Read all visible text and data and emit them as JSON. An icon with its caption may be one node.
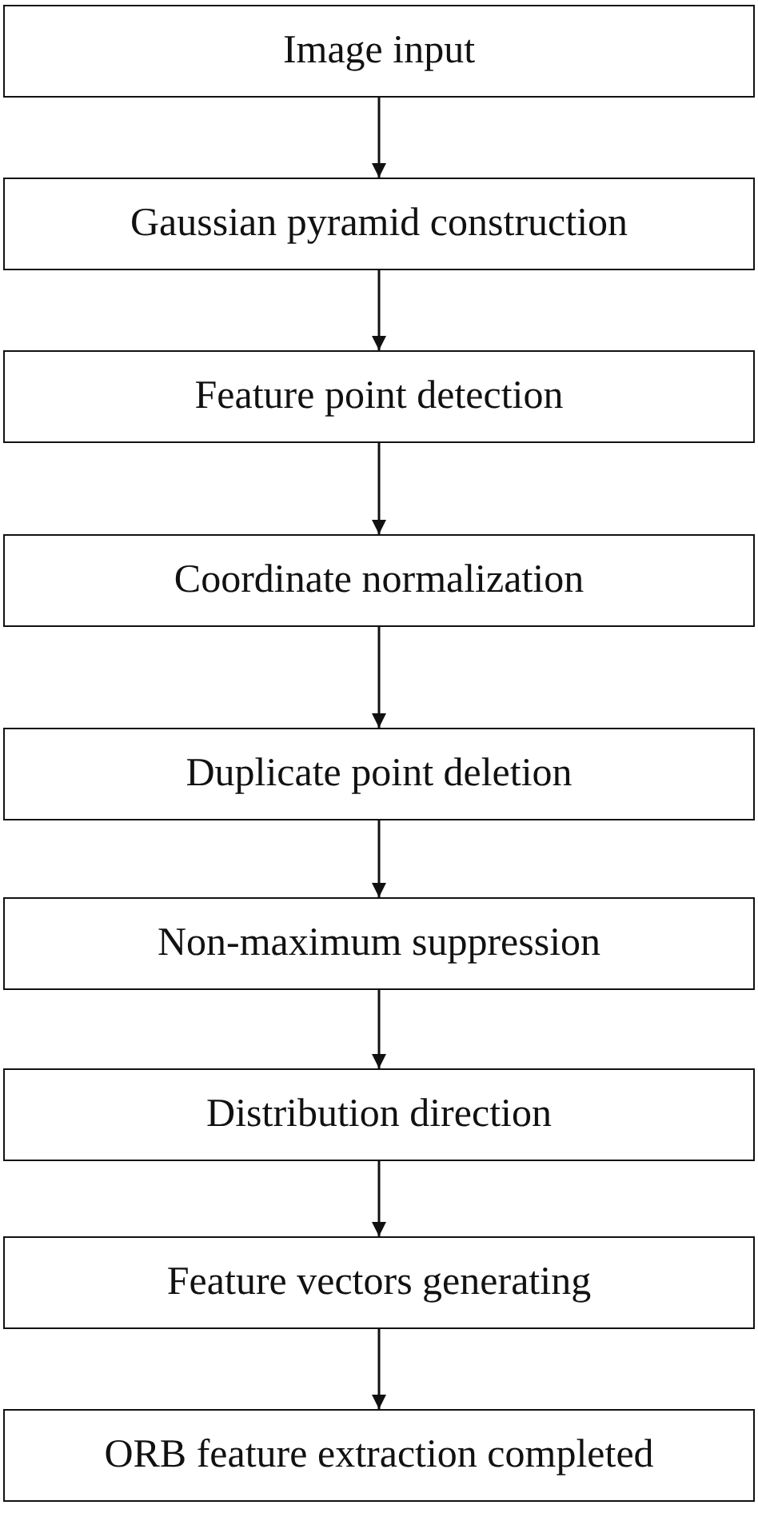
{
  "diagram": {
    "nodes": [
      {
        "text": [
          "Image input"
        ]
      },
      {
        "text": [
          "Gaussian pyramid construction"
        ]
      },
      {
        "text": [
          "Feature point detection"
        ]
      },
      {
        "text": [
          "Coordinate normalization"
        ]
      },
      {
        "text": [
          "Duplicate point deletion"
        ]
      },
      {
        "text": [
          "Non-maximum suppression"
        ]
      },
      {
        "text": [
          "Distribution direction"
        ]
      },
      {
        "text": [
          "Feature vectors generating"
        ]
      },
      {
        "text": [
          "ORB feature extraction completed"
        ]
      }
    ],
    "edges": [
      {
        "from": 0,
        "to": 1,
        "arrow": "to"
      },
      {
        "from": 1,
        "to": 2,
        "arrow": "to"
      },
      {
        "from": 2,
        "to": 3,
        "arrow": "to"
      },
      {
        "from": 3,
        "to": 4,
        "arrow": "to"
      },
      {
        "from": 4,
        "to": 5,
        "arrow": "to"
      },
      {
        "from": 5,
        "to": 6,
        "arrow": "to"
      },
      {
        "from": 6,
        "to": 7,
        "arrow": "to"
      },
      {
        "from": 7,
        "to": 8,
        "arrow": "to"
      }
    ]
  }
}
